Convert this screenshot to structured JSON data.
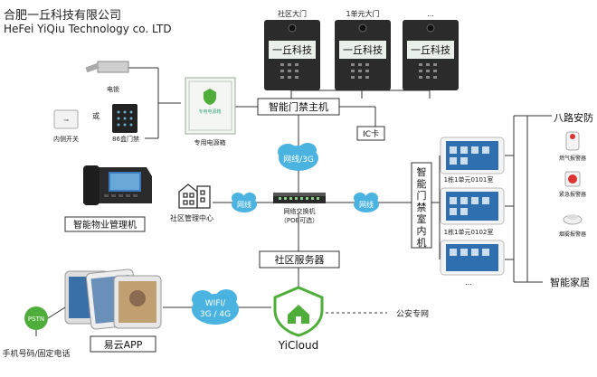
{
  "company": {
    "name_cn": "合肥一丘科技有限公司",
    "name_en": "HeFei YiQiu Technology co. LTD"
  },
  "door_panels": [
    {
      "label": "社区大门",
      "screen_text": "一丘科技"
    },
    {
      "label": "1单元大门",
      "screen_text": "一丘科技"
    },
    {
      "label": "...",
      "screen_text": "一丘科技"
    }
  ],
  "left_devices": {
    "electric_lock": "电锁",
    "or_text": "或",
    "inner_switch": "内侧开关",
    "card_gate": "86盒门禁",
    "power_box": "专用电源箱",
    "power_box_screen": "专用电源箱"
  },
  "main_host": "智能门禁主机",
  "ic_card": "IC卡",
  "network_3g": "网线/3G",
  "network_cable": "网线",
  "network_cable_right": "网线",
  "switch": {
    "title": "网络交换机",
    "subtitle": "（POE可选）"
  },
  "property_center": {
    "phone_label": "智能物业管理机",
    "center_label": "社区管理中心"
  },
  "indoor_unit": {
    "title_chars": [
      "智",
      "能",
      "门",
      "禁",
      "室",
      "内",
      "机"
    ],
    "units": [
      {
        "label": "1栋1单元0101室"
      },
      {
        "label": "1栋1单元0102室"
      },
      {
        "label": "..."
      }
    ]
  },
  "alarms": {
    "group_title": "八路安防",
    "items": [
      "燃气报警器",
      "紧急报警器",
      "烟雾报警器"
    ],
    "smart_home": "智能家居"
  },
  "server": "社区服务器",
  "cloud": {
    "name": "YiCloud",
    "wifi_label_1": "WIFI/",
    "wifi_label_2": "3G / 4G",
    "public_network": "公安专网"
  },
  "app": {
    "label": "易云APP",
    "pstn": "PSTN",
    "phone_label": "手机号码/固定电话"
  },
  "colors": {
    "line": "#333333",
    "cloud_blue": "#4ab3e0",
    "cloud_green": "#4fae3a",
    "panel_dark": "#2b2b2b",
    "screen": "#e9efe9"
  }
}
